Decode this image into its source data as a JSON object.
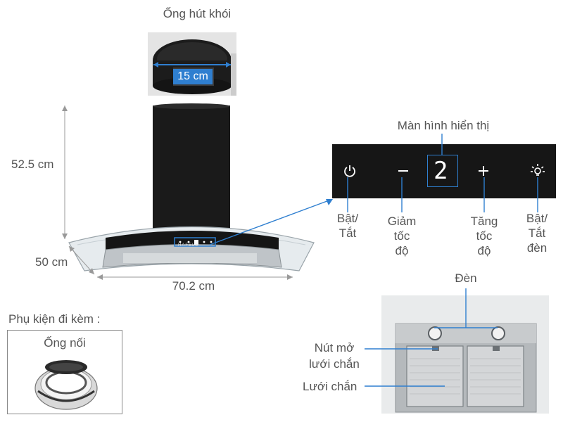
{
  "duct": {
    "title": "Ống hút khói",
    "diameter": "15 cm"
  },
  "dimensions": {
    "height": "52.5 cm",
    "depth": "50 cm",
    "width": "70.2 cm"
  },
  "hood": {
    "brand": "HAFELE"
  },
  "control_panel": {
    "title": "Màn hình hiển thị",
    "display_value": "2",
    "power": [
      "Bật/",
      "Tắt"
    ],
    "decrease": [
      "Giảm",
      "tốc",
      "độ"
    ],
    "increase": [
      "Tăng",
      "tốc",
      "độ"
    ],
    "light": [
      "Bật/",
      "Tắt",
      "đèn"
    ]
  },
  "accessories": {
    "title": "Phụ kiện đi kèm :",
    "item": "Ống nối"
  },
  "underside": {
    "light": "Đèn",
    "filter_latch": [
      "Nút mở",
      "lưới chắn"
    ],
    "filter": "Lưới chắn"
  },
  "colors": {
    "panel": "#161616",
    "highlight": "#2f7fd0",
    "text": "#555555"
  }
}
